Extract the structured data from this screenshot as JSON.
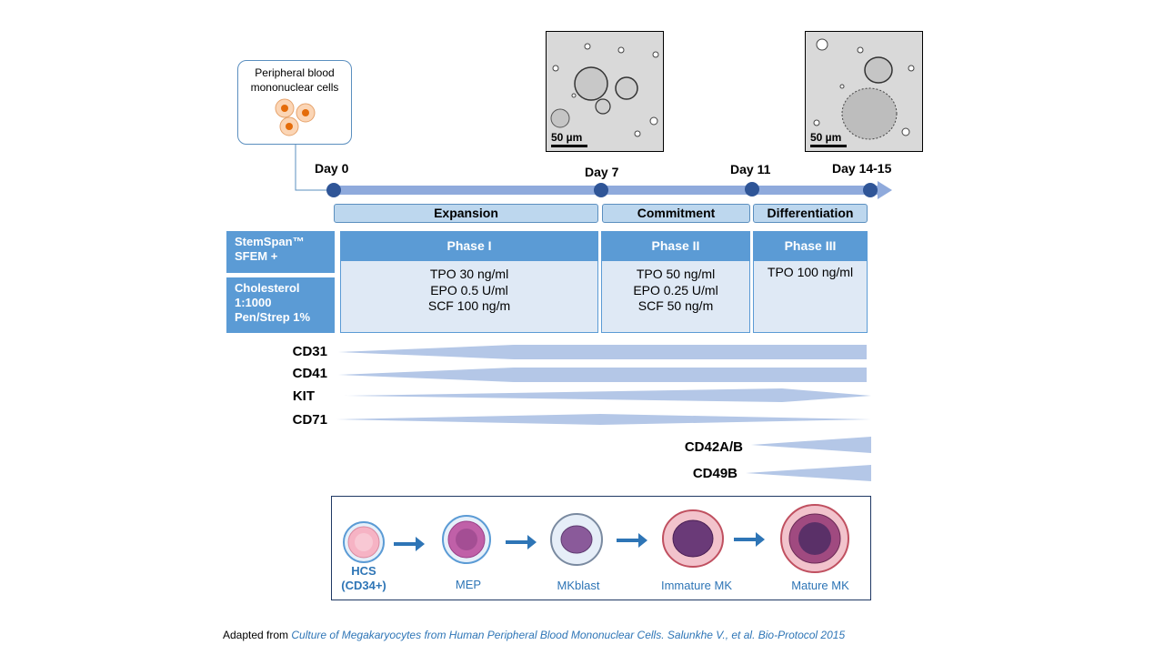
{
  "source": {
    "label_line1": "Peripheral blood",
    "label_line2": "mononuclear cells"
  },
  "micrographs": [
    {
      "scale_label": "50 µm"
    },
    {
      "scale_label": "50 µm"
    }
  ],
  "timeline": {
    "days": [
      "Day 0",
      "Day 7",
      "Day 11",
      "Day 14-15"
    ],
    "stages": [
      "Expansion",
      "Commitment",
      "Differentiation"
    ]
  },
  "media": {
    "box1_line1": "StemSpan™",
    "box1_line2": "SFEM +",
    "box2_line1": "Cholesterol",
    "box2_line2": "1:1000",
    "box2_line3": "Pen/Strep 1%"
  },
  "phases": [
    {
      "name": "Phase I",
      "lines": [
        "TPO 30 ng/ml",
        "EPO 0.5 U/ml",
        "SCF 100 ng/m"
      ]
    },
    {
      "name": "Phase II",
      "lines": [
        "TPO 50 ng/ml",
        "EPO 0.25 U/ml",
        "SCF 50 ng/m"
      ]
    },
    {
      "name": "Phase III",
      "lines": [
        "TPO 100 ng/ml"
      ]
    }
  ],
  "markers": [
    "CD31",
    "CD41",
    "KIT",
    "CD71",
    "CD42A/B",
    "CD49B"
  ],
  "cells": [
    {
      "label_line1": "HCS",
      "label_line2": "(CD34+)"
    },
    {
      "label_line1": "MEP"
    },
    {
      "label_line1": "MKblast"
    },
    {
      "label_line1": "Immature MK"
    },
    {
      "label_line1": "Mature MK"
    }
  ],
  "colors": {
    "accent": "#5b9bd5",
    "light": "#dfe9f5",
    "marker": "#b4c7e7",
    "node": "#2f5597"
  },
  "footer": {
    "prefix": "Adapted from ",
    "citation": "Culture  of Megakaryocytes  from Human Peripheral  Blood Mononuclear  Cells. Salunkhe V., et al. Bio-Protocol 2015"
  }
}
